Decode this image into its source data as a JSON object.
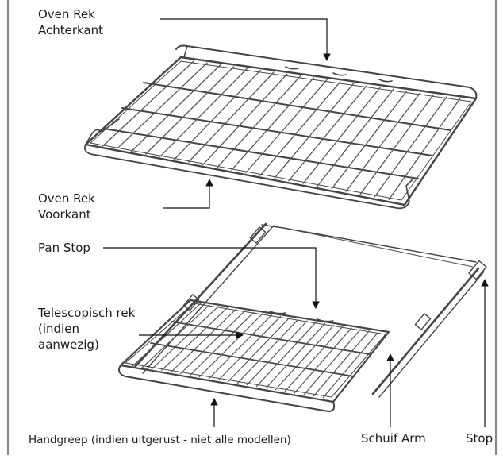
{
  "labels": {
    "oven_rack_back": {
      "line1": "Oven Rek",
      "line2": "Achterkant"
    },
    "oven_rack_front": {
      "line1": "Oven Rek",
      "line2": "Voorkant"
    },
    "pan_stop": "Pan Stop",
    "telescopic_rack": {
      "line1": "Telescopisch rek",
      "line2": "(indien",
      "line3": "aanwezig)"
    },
    "handle": "Handgreep (indien uitgerust - niet alle modellen)",
    "slide_arm": "Schuif Arm",
    "stop": "Stop"
  }
}
